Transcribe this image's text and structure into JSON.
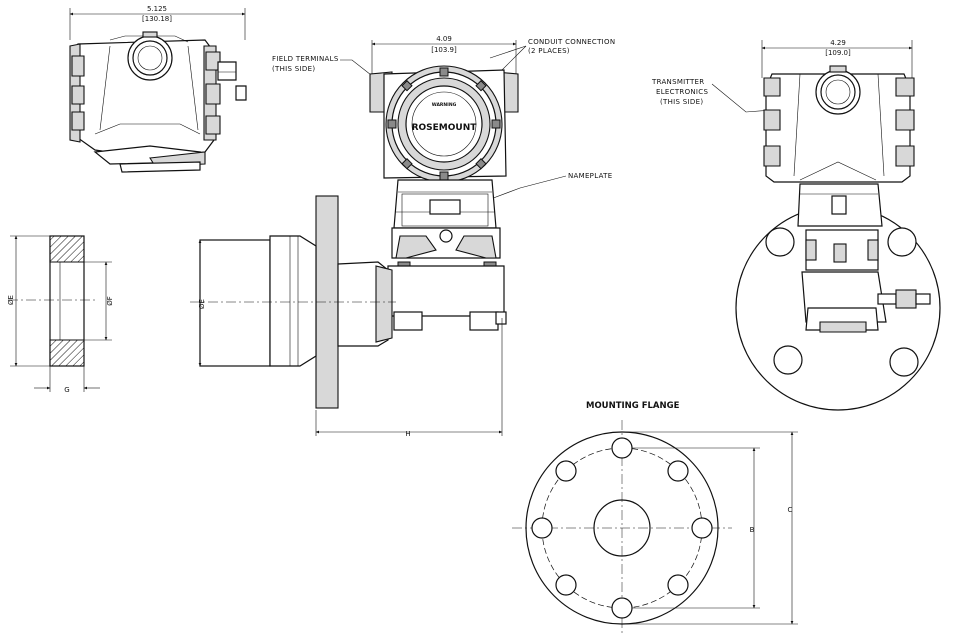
{
  "top_view": {
    "width_label": "5.125",
    "width_metric": "[130.18]"
  },
  "front_view": {
    "width_label": "4.09",
    "width_metric": "[103.9]",
    "field_terminals": [
      "FIELD TERMINALS",
      "(THIS SIDE)"
    ],
    "conduit_connection": [
      "CONDUIT CONNECTION",
      "(2 PLACES)"
    ],
    "nameplate": "NAMEPLATE",
    "brand": "ROSEMOUNT",
    "warning": "WARNING",
    "h_label": "H",
    "e_label": "ØE"
  },
  "side_view": {
    "width_label": "4.29",
    "width_metric": "[109.0]",
    "transmitter_electronics": [
      "TRANSMITTER",
      "ELECTRONICS",
      "(THIS SIDE)"
    ]
  },
  "gasket_section": {
    "e_label": "ØE",
    "f_label": "ØF",
    "g_label": "G"
  },
  "mounting_flange": {
    "title": "MOUNTING FLANGE",
    "b_label": "B",
    "c_label": "C"
  }
}
